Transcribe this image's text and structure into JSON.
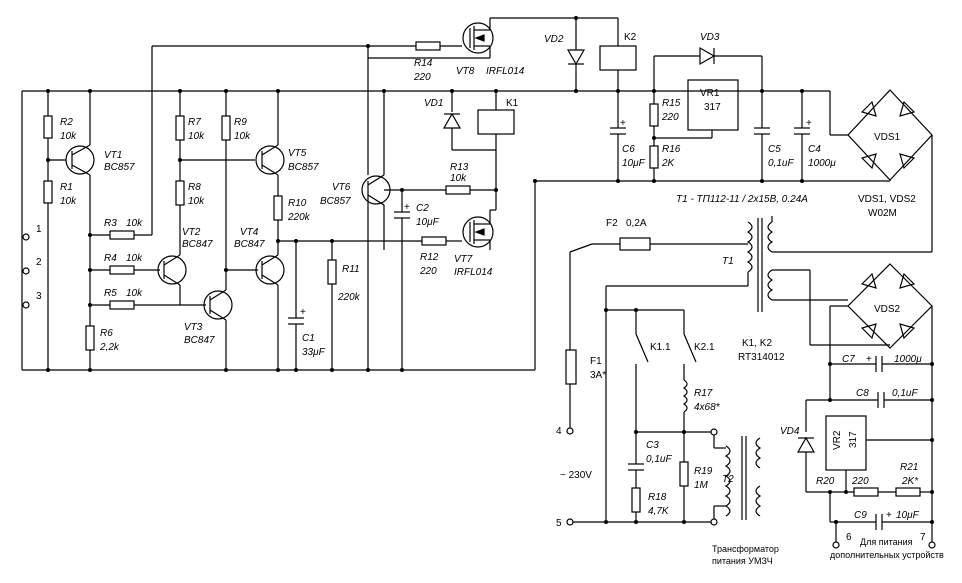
{
  "labels": {
    "R1": "R1",
    "R1v": "10k",
    "R2": "R2",
    "R2v": "10k",
    "R3": "R3",
    "R3v": "10k",
    "R4": "R4",
    "R4v": "10k",
    "R5": "R5",
    "R5v": "10k",
    "R6": "R6",
    "R6v": "2,2k",
    "R7": "R7",
    "R7v": "10k",
    "R8": "R8",
    "R8v": "10k",
    "R9": "R9",
    "R9v": "10k",
    "R10": "R10",
    "R10v": "220k",
    "R11": "R11",
    "R11v": "220k",
    "R12": "R12",
    "R12v": "220",
    "R13": "R13",
    "R13v": "10k",
    "R14": "R14",
    "R14v": "220",
    "R15": "R15",
    "R15v": "220",
    "R16": "R16",
    "R16v": "2K",
    "R17": "R17",
    "R17v": "4x68*",
    "R18": "R18",
    "R18v": "4,7K",
    "R19": "R19",
    "R19v": "1M",
    "R20": "R20",
    "R20v": "220",
    "R21": "R21",
    "R21v": "2K*",
    "VT1": "VT1",
    "VT1t": "BC857",
    "VT2": "VT2",
    "VT2t": "BC847",
    "VT3": "VT3",
    "VT3t": "BC847",
    "VT4": "VT4",
    "VT4t": "BC847",
    "VT5": "VT5",
    "VT5t": "BC857",
    "VT6": "VT6",
    "VT6t": "BC857",
    "VT7": "VT7",
    "VT7t": "IRFL014",
    "VT8": "VT8",
    "VT8t": "IRFL014",
    "C1": "C1",
    "C1v": "33μF",
    "C2": "C2",
    "C2v": "10μF",
    "C3": "C3",
    "C3v": "0,1uF",
    "C4": "C4",
    "C4v": "1000μ",
    "C5": "C5",
    "C5v": "0,1uF",
    "C6": "C6",
    "C6v": "10μF",
    "C7": "C7",
    "C7v": "1000μ",
    "C8": "C8",
    "C8v": "0,1uF",
    "C9": "C9",
    "C9v": "10μF",
    "VD1": "VD1",
    "VD2": "VD2",
    "VD3": "VD3",
    "VD4": "VD4",
    "VR1": "VR1",
    "VR1v": "317",
    "VR2": "VR2",
    "VR2v": "317",
    "VDS1": "VDS1",
    "VDS2": "VDS2",
    "VDS_note1": "VDS1, VDS2",
    "VDS_note2": "W02M",
    "K1": "K1",
    "K2": "K2",
    "K11": "K1.1",
    "K21": "K2.1",
    "Knote1": "K1, K2",
    "Knote2": "RT314012",
    "F1": "F1",
    "F1v": "3A*",
    "F2": "F2",
    "F2v": "0,2A",
    "T1": "T1",
    "T1note": "T1 - ТП112-11 / 2x15B, 0.24A",
    "T2": "T2",
    "pin1": "1",
    "pin2": "2",
    "pin3": "3",
    "pin4": "4",
    "pin5": "5",
    "pin6": "6",
    "pin7": "7",
    "mains": "~ 230V",
    "tr_caption1": "Трансформатор",
    "tr_caption2": "питания УМЗЧ",
    "aux_caption1": "Для питания",
    "aux_caption2": "дополнительных устройств"
  }
}
